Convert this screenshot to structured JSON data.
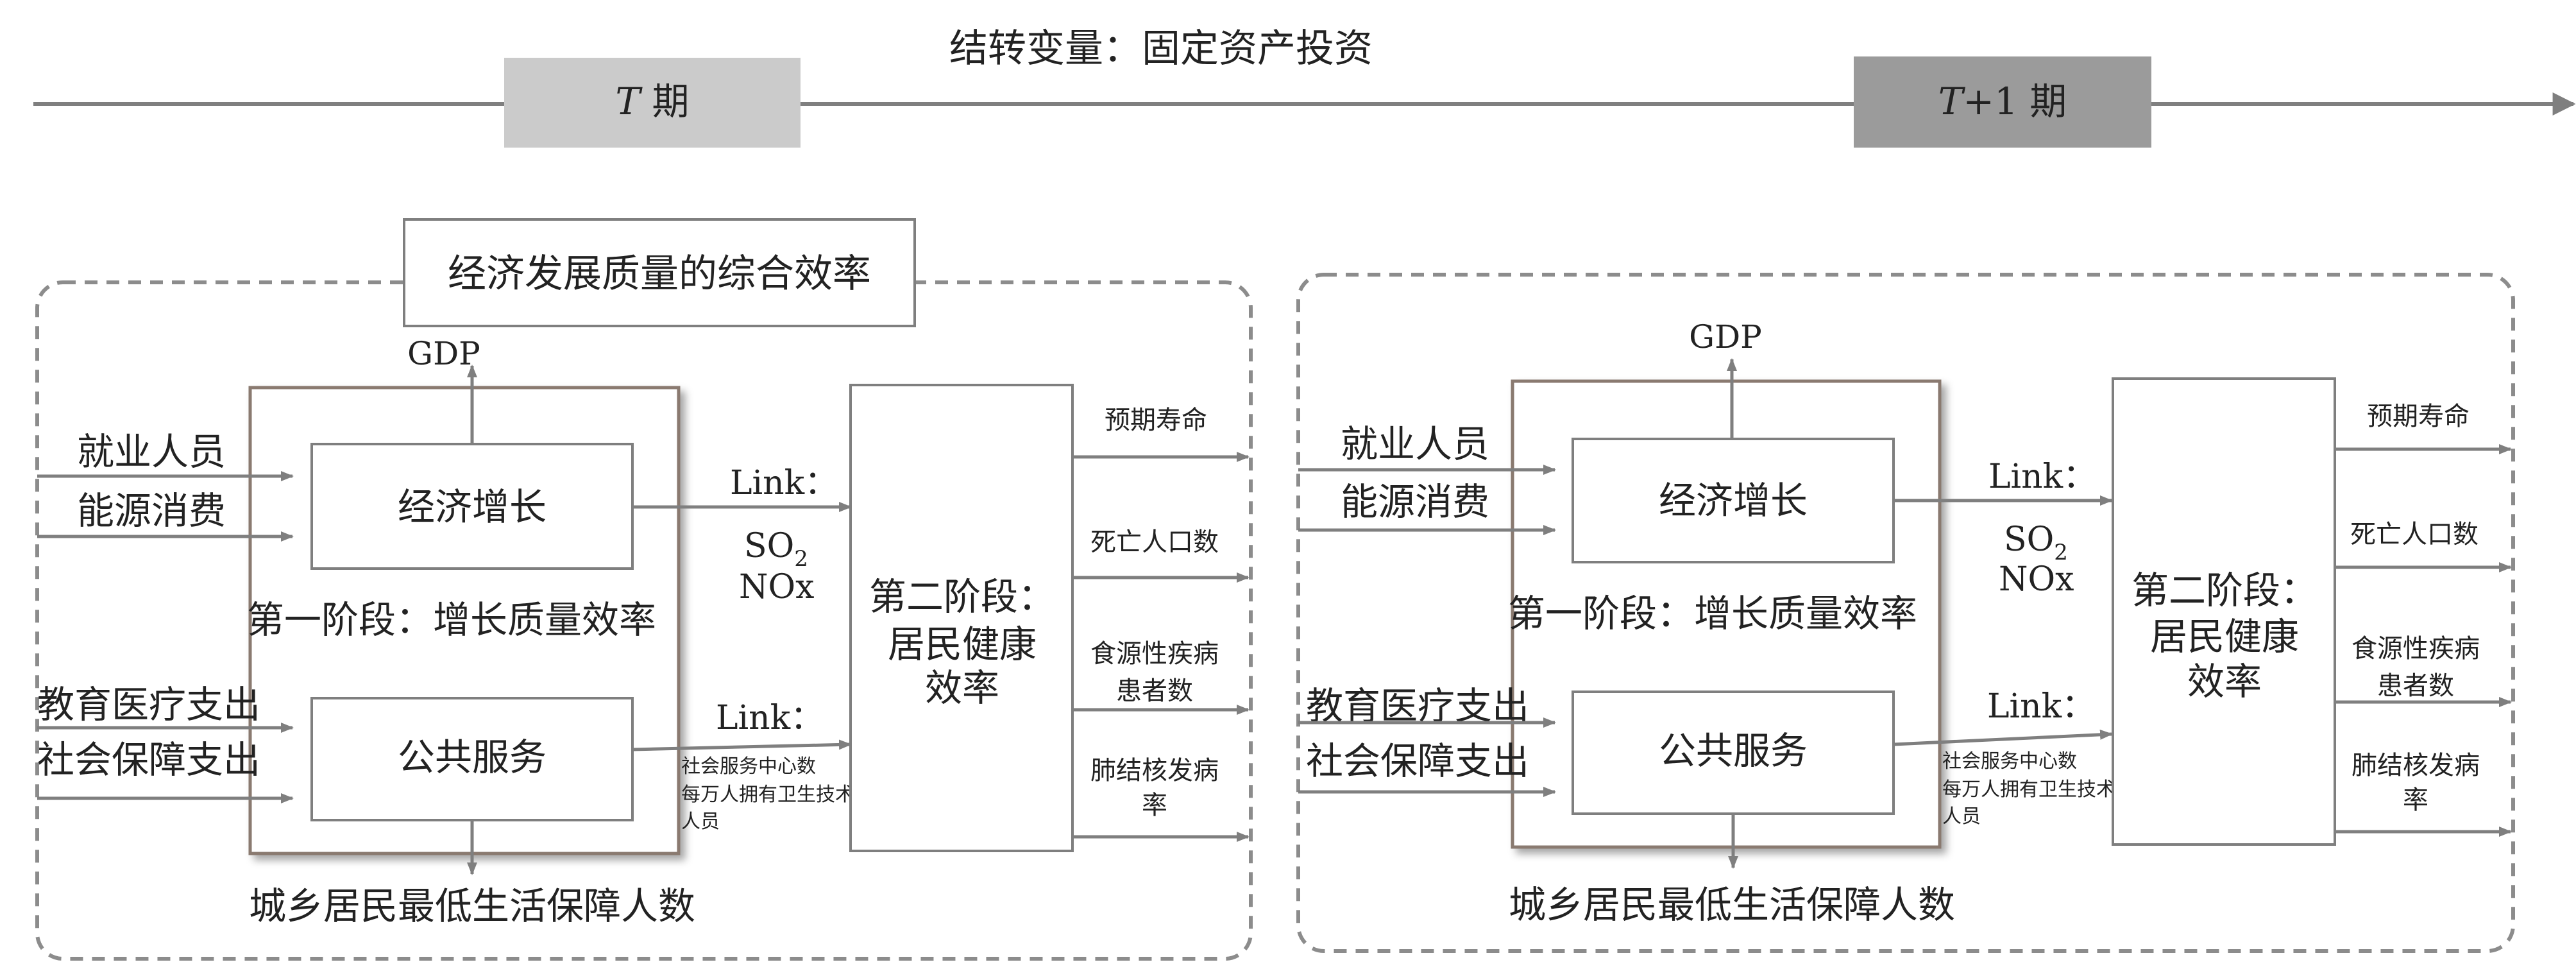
{
  "timeline": {
    "carryover_label": "结转变量：固定资产投资",
    "period_t_italic": "T",
    "period_t_suffix": " 期",
    "period_t1_italic": "T",
    "period_t1_suffix": "+1 期"
  },
  "colors": {
    "line": "#7f7f7f",
    "period_t_fill": "#cbcbcb",
    "period_t1_fill": "#9b9b9b",
    "dashed_border": "#8c8c8c",
    "text": "#222222"
  },
  "left_panel": {
    "title": "经济发展质量的综合效率",
    "gdp": "GDP",
    "input_labor": "就业人员",
    "input_energy": "能源消费",
    "input_edu_med": "教育医疗支出",
    "input_social_sec": "社会保障支出",
    "econ_growth": "经济增长",
    "stage1_label": "第一阶段：增长质量效率",
    "public_service": "公共服务",
    "bottom_output": "城乡居民最低生活保障人数",
    "link1_label": "Link：",
    "link1_so2_main": "SO",
    "link1_so2_sub": "2",
    "link1_nox": "NOx",
    "link2_label": "Link：",
    "link2_line1": "社会服务中心数",
    "link2_line2": "每万人拥有卫生技术",
    "link2_line3": "人员",
    "stage2_line1": "第二阶段：",
    "stage2_line2": "居民健康",
    "stage2_line3": "效率",
    "out_life": "预期寿命",
    "out_death": "死亡人口数",
    "out_food_line1": "食源性疾病",
    "out_food_line2": "患者数",
    "out_tb_line1": "肺结核发病",
    "out_tb_line2": "率"
  },
  "right_panel": {
    "gdp": "GDP",
    "input_labor": "就业人员",
    "input_energy": "能源消费",
    "input_edu_med": "教育医疗支出",
    "input_social_sec": "社会保障支出",
    "econ_growth": "经济增长",
    "stage1_label": "第一阶段：增长质量效率",
    "public_service": "公共服务",
    "bottom_output": "城乡居民最低生活保障人数",
    "link1_label": "Link：",
    "link1_so2_main": "SO",
    "link1_so2_sub": "2",
    "link1_nox": "NOx",
    "link2_label": "Link：",
    "link2_line1": "社会服务中心数",
    "link2_line2": "每万人拥有卫生技术",
    "link2_line3": "人员",
    "stage2_line1": "第二阶段：",
    "stage2_line2": "居民健康",
    "stage2_line3": "效率",
    "out_life": "预期寿命",
    "out_death": "死亡人口数",
    "out_food_line1": "食源性疾病",
    "out_food_line2": "患者数",
    "out_tb_line1": "肺结核发病",
    "out_tb_line2": "率"
  }
}
